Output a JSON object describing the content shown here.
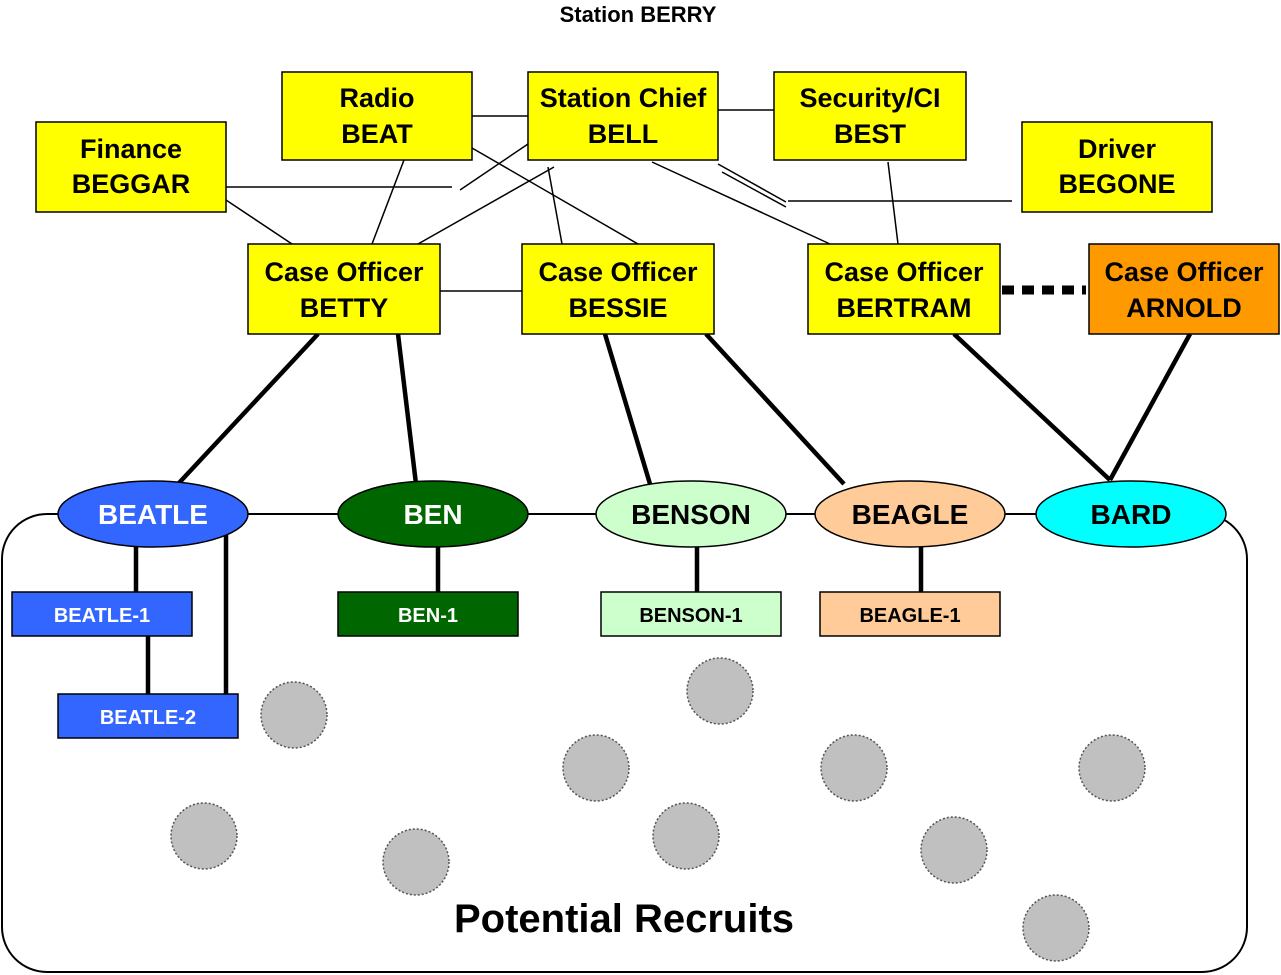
{
  "title": "Station BERRY",
  "pool_label": "Potential Recruits",
  "colors": {
    "yellow": "#ffff00",
    "orange": "#ff9900",
    "beatle": "#3366ff",
    "ben": "#006600",
    "benson": "#ccffcc",
    "beagle": "#ffcc99",
    "bard": "#00ffff",
    "recruit": "#c0c0c0"
  },
  "boxes": {
    "finance": {
      "line1": "Finance",
      "line2": "BEGGAR"
    },
    "radio": {
      "line1": "Radio",
      "line2": "BEAT"
    },
    "chief": {
      "line1": "Station Chief",
      "line2": "BELL"
    },
    "security": {
      "line1": "Security/CI",
      "line2": "BEST"
    },
    "driver": {
      "line1": "Driver",
      "line2": "BEGONE"
    },
    "betty": {
      "line1": "Case Officer",
      "line2": "BETTY"
    },
    "bessie": {
      "line1": "Case Officer",
      "line2": "BESSIE"
    },
    "bertram": {
      "line1": "Case Officer",
      "line2": "BERTRAM"
    },
    "arnold": {
      "line1": "Case Officer",
      "line2": "ARNOLD"
    }
  },
  "agents": {
    "beatle": "BEATLE",
    "ben": "BEN",
    "benson": "BENSON",
    "beagle": "BEAGLE",
    "bard": "BARD"
  },
  "subagents": {
    "beatle1": "BEATLE-1",
    "beatle2": "BEATLE-2",
    "ben1": "BEN-1",
    "benson1": "BENSON-1",
    "beagle1": "BEAGLE-1"
  }
}
